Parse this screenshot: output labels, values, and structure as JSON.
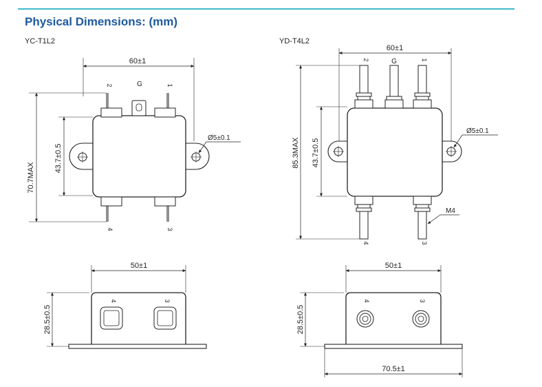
{
  "header": {
    "title": "Physical Dimensions: (mm)",
    "accent_color": "#1e5aa0",
    "rule_color": "#3fb8cf"
  },
  "left": {
    "model": "YC-T1L2",
    "top_view": {
      "width_dim": "60±1",
      "height_dim": "70.7MAX",
      "inner_dim": "43.7±0.5",
      "hole_dim": "Ø5±0.1",
      "pin_top_left": "2",
      "pin_top_mid": "G",
      "pin_top_right": "1",
      "pin_bottom_left": "4",
      "pin_bottom_right": "3"
    },
    "side_view": {
      "width_dim": "50±1",
      "height_dim": "28.5±0.5",
      "pin_left": "4",
      "pin_right": "3"
    }
  },
  "right": {
    "model": "YD-T4L2",
    "top_view": {
      "width_dim": "60±1",
      "height_dim": "85.3MAX",
      "inner_dim": "43.7±0.5",
      "hole_dim": "Ø5±0.1",
      "thread_dim": "M4",
      "pin_top_left": "2",
      "pin_top_mid": "G",
      "pin_top_right": "1",
      "pin_bottom_left": "4",
      "pin_bottom_right": "3"
    },
    "side_view": {
      "width_dim": "50±1",
      "height_dim": "28.5±0.5",
      "base_dim": "70.5±1",
      "pin_left": "4",
      "pin_right": "3"
    }
  }
}
